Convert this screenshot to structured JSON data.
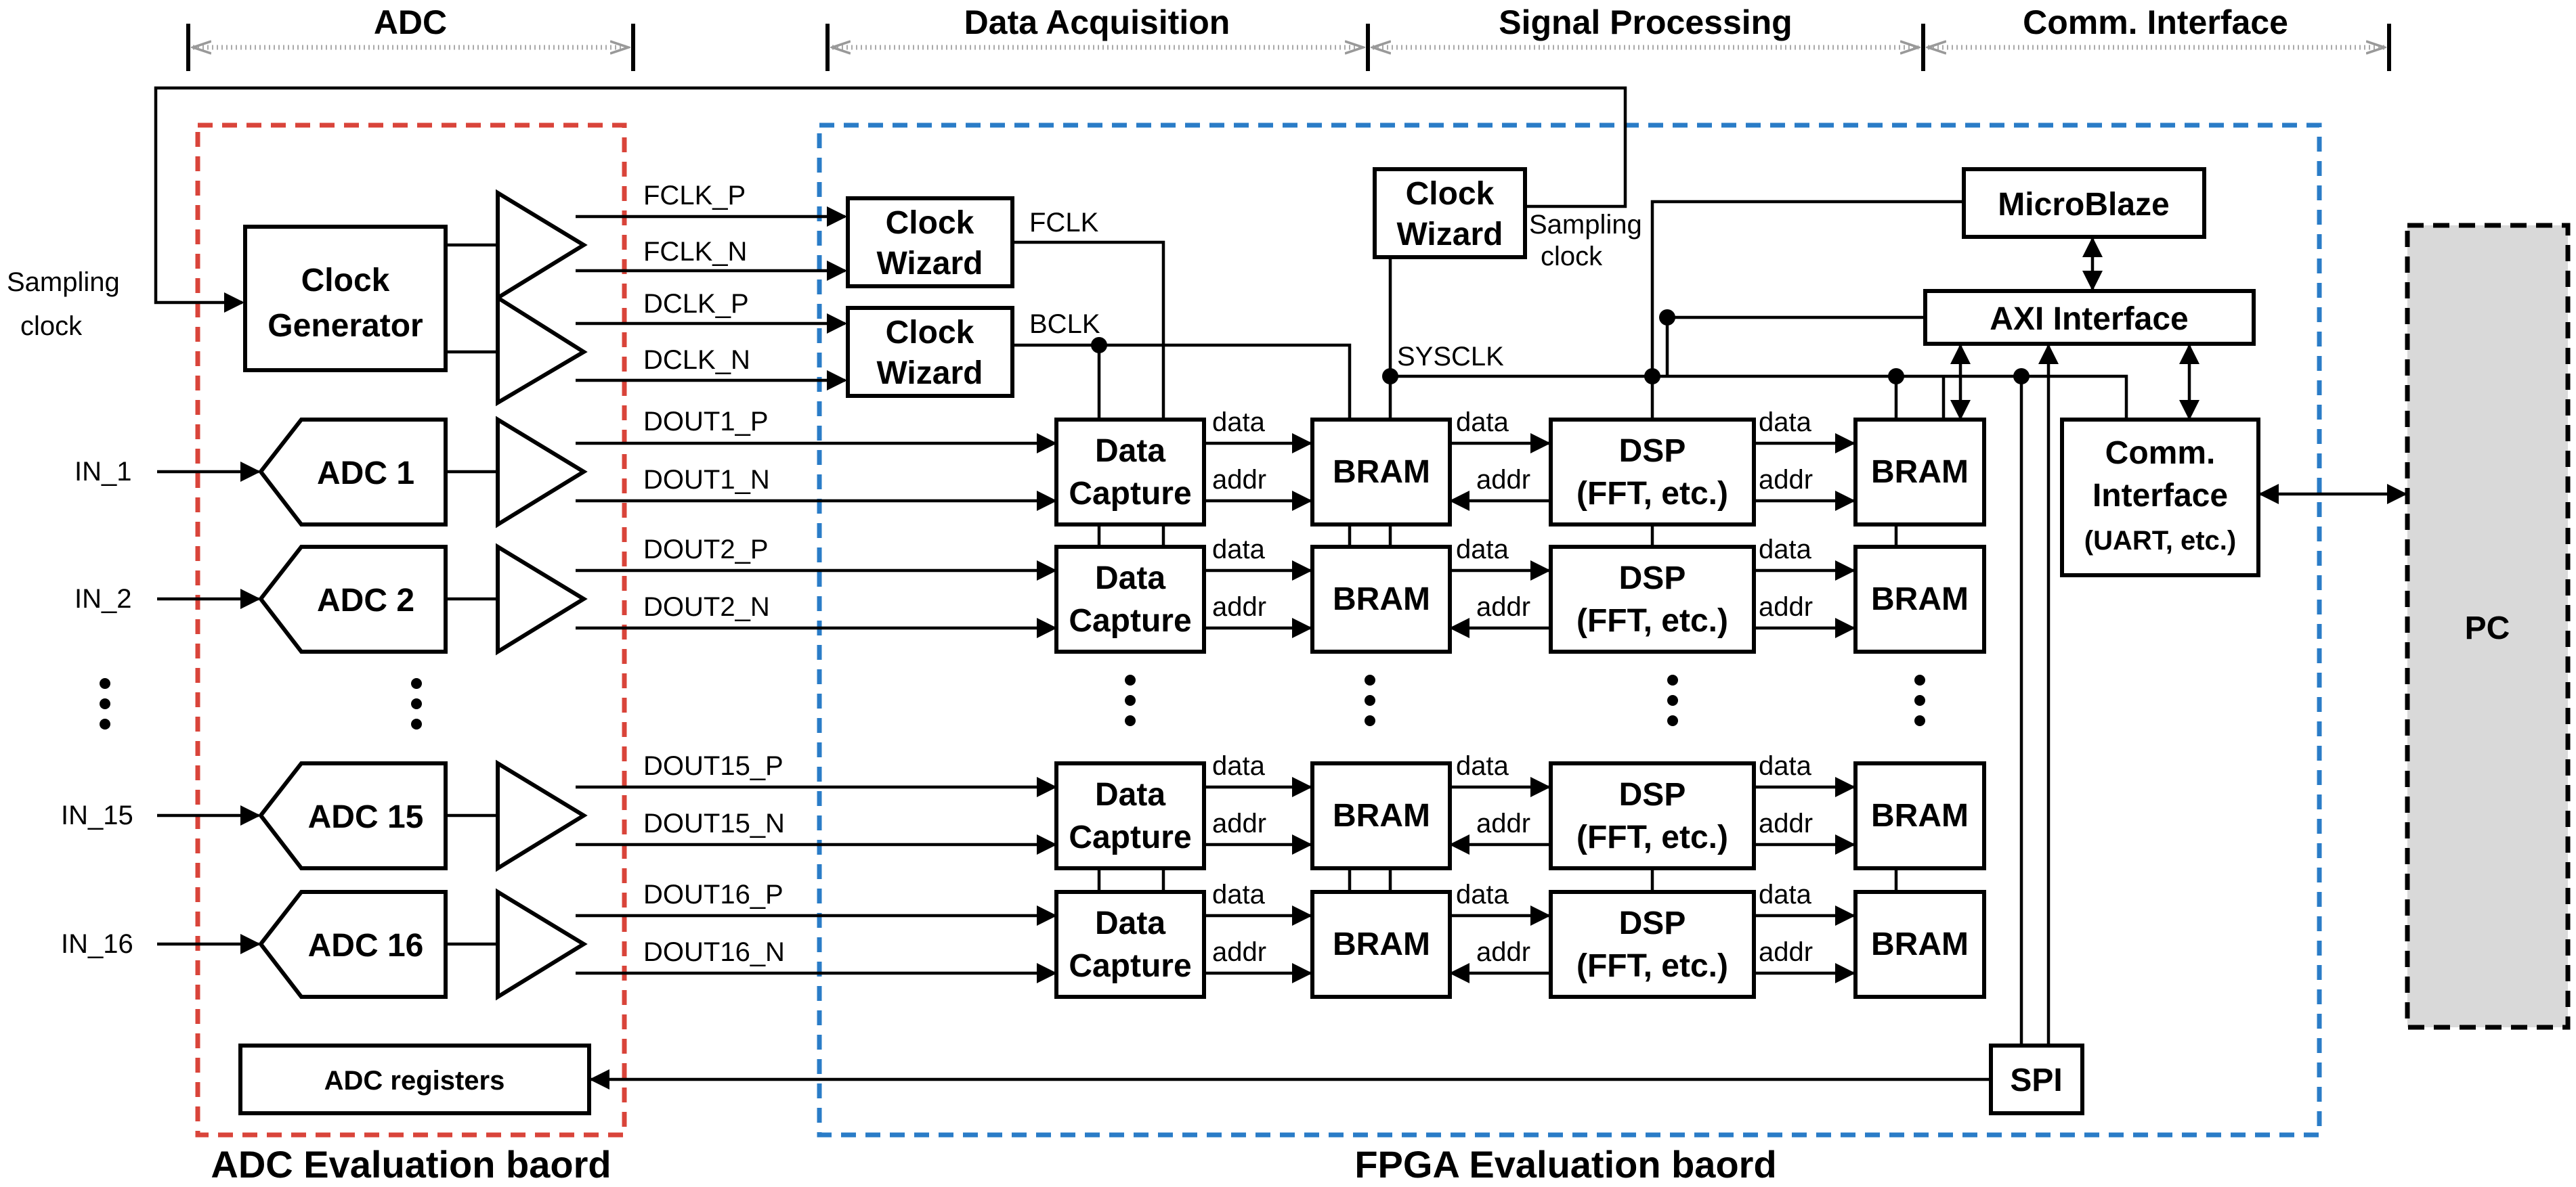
{
  "headers": {
    "adc": "ADC",
    "data_acquisition": "Data Acquisition",
    "signal_processing": "Signal Processing",
    "comm_interface": "Comm. Interface"
  },
  "boards": {
    "adc_board": "ADC Evaluation baord",
    "fpga_board": "FPGA Evaluation baord"
  },
  "inputs": {
    "sampling_clock_line1": "Sampling",
    "sampling_clock_line2": "clock",
    "in_labels": [
      "IN_1",
      "IN_2",
      "IN_15",
      "IN_16"
    ]
  },
  "adc_side": {
    "clock_generator_line1": "Clock",
    "clock_generator_line2": "Generator",
    "adcs": [
      "ADC 1",
      "ADC 2",
      "ADC 15",
      "ADC 16"
    ],
    "adc_registers": "ADC registers"
  },
  "signals": {
    "fclk_p": "FCLK_P",
    "fclk_n": "FCLK_N",
    "dclk_p": "DCLK_P",
    "dclk_n": "DCLK_N",
    "dout_p": [
      "DOUT1_P",
      "DOUT2_P",
      "DOUT15_P",
      "DOUT16_P"
    ],
    "dout_n": [
      "DOUT1_N",
      "DOUT2_N",
      "DOUT15_N",
      "DOUT16_N"
    ],
    "fclk": "FCLK",
    "bclk": "BCLK",
    "sysclk": "SYSCLK",
    "sampling_clock_out_line1": "Sampling",
    "sampling_clock_out_line2": "clock",
    "data": "data",
    "addr": "addr"
  },
  "fpga_blocks": {
    "clock_wizard_line1": "Clock",
    "clock_wizard_line2": "Wizard",
    "data_capture_line1": "Data",
    "data_capture_line2": "Capture",
    "bram": "BRAM",
    "dsp_line1": "DSP",
    "dsp_line2": "(FFT, etc.)",
    "microblaze": "MicroBlaze",
    "axi_interface": "AXI Interface",
    "comm_interface_line1": "Comm.",
    "comm_interface_line2": "Interface",
    "comm_interface_line3": "(UART, etc.)",
    "spi": "SPI"
  },
  "pc": {
    "label": "PC"
  },
  "colors": {
    "adc_board_border": "#d9443a",
    "fpga_board_border": "#2a7cc7",
    "pc_fill": "#d9d9d9",
    "line": "#000000"
  }
}
